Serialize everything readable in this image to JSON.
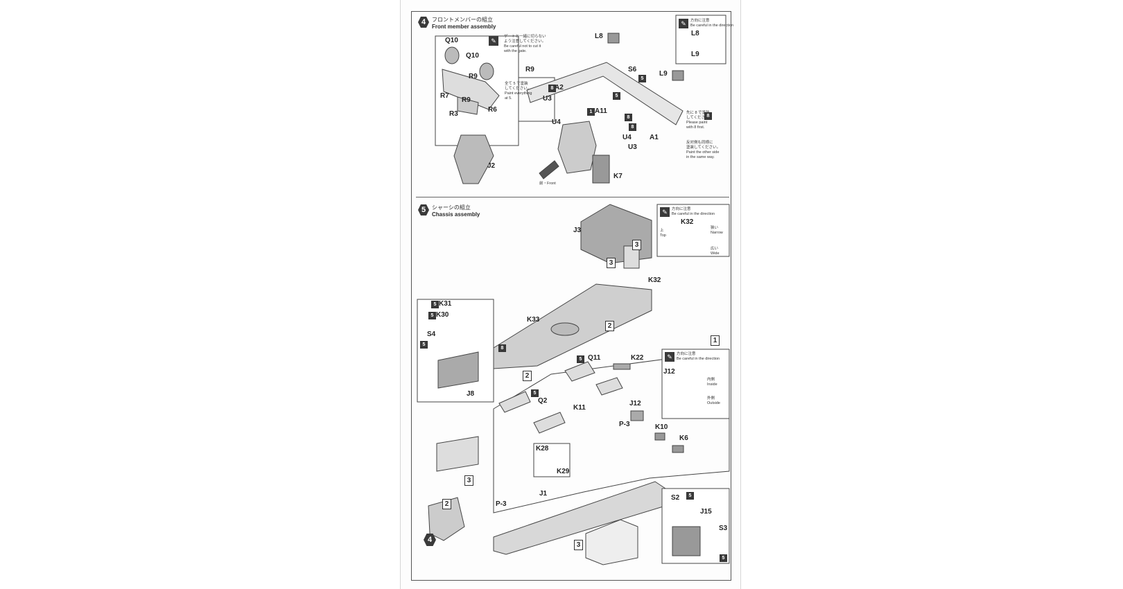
{
  "step4": {
    "number": "4",
    "title_jp": "フロントメンバーの組立",
    "title_en": "Front member assembly",
    "gate_note": "ゲートと一緒に切らない\nよう注意してください。\nBe careful not to cut it\nwith the gate.",
    "paint_note_jp": "全て 5 で塗装\nしてください。",
    "paint_note_en": "Paint everything\nat 5.",
    "first_paint_note": "先に 8 で塗装\nしてください。\nPlease paint\nwith 8 first.",
    "other_side_note": "反対側も同様に\n塗装してください。\nPaint the other side\nin the same way.",
    "direction_note": "方向に注意\nBe careful in the direction",
    "front_label": "前・Front",
    "parts": {
      "q10a": "Q10",
      "q10b": "Q10",
      "r9a": "R9",
      "r9b": "R9",
      "r9c": "R9",
      "r7": "R7",
      "r3": "R3",
      "r6": "R6",
      "j2": "J2",
      "a2": "A2",
      "u3a": "U3",
      "u4a": "U4",
      "a11": "A11",
      "l8": "L8",
      "s6": "S6",
      "l9": "L9",
      "u4b": "U4",
      "a1": "A1",
      "u3b": "U3",
      "k7": "K7",
      "l8b": "L8",
      "l9b": "L9"
    },
    "callouts": {
      "c8a": "8",
      "c8b": "8",
      "c5a": "5",
      "c5b": "5",
      "c1": "1",
      "c8c": "8",
      "c8d": "8"
    }
  },
  "step5": {
    "number": "5",
    "title_jp": "シャーシの組立",
    "title_en": "Chassis assembly",
    "direction_note": "方向に注意\nBe careful in the direction",
    "direction_note2": "方向に注意\nBe careful in the direction",
    "top_label": "上\nTop",
    "narrow": "狭い\nNarrow",
    "wide": "広い\nWide",
    "inside": "内側\nInside",
    "outside": "外側\nOutside",
    "parts": {
      "j3": "J3",
      "k32a": "K32",
      "k32b": "K32",
      "k33": "K33",
      "k31": "K31",
      "k30": "K30",
      "s4": "S4",
      "j8": "J8",
      "q11": "Q11",
      "k22": "K22",
      "q2": "Q2",
      "k11": "K11",
      "j12a": "J12",
      "j12b": "J12",
      "p3a": "P-3",
      "k10": "K10",
      "k6": "K6",
      "k28": "K28",
      "k29": "K29",
      "j1": "J1",
      "p3b": "P-3",
      "s2": "S2",
      "j15": "J15",
      "s3": "S3"
    },
    "steps": {
      "s3a": "3",
      "s3b": "3",
      "s2a": "2",
      "s2b": "2",
      "s1": "1",
      "s3c": "3",
      "s2c": "2",
      "s3d": "3",
      "s4": "4"
    },
    "callouts": {
      "c8": "8",
      "c5a": "5",
      "c5b": "5",
      "c5c": "5",
      "c5d": "5",
      "c5e": "5",
      "c5f": "5",
      "c5g": "5"
    }
  }
}
